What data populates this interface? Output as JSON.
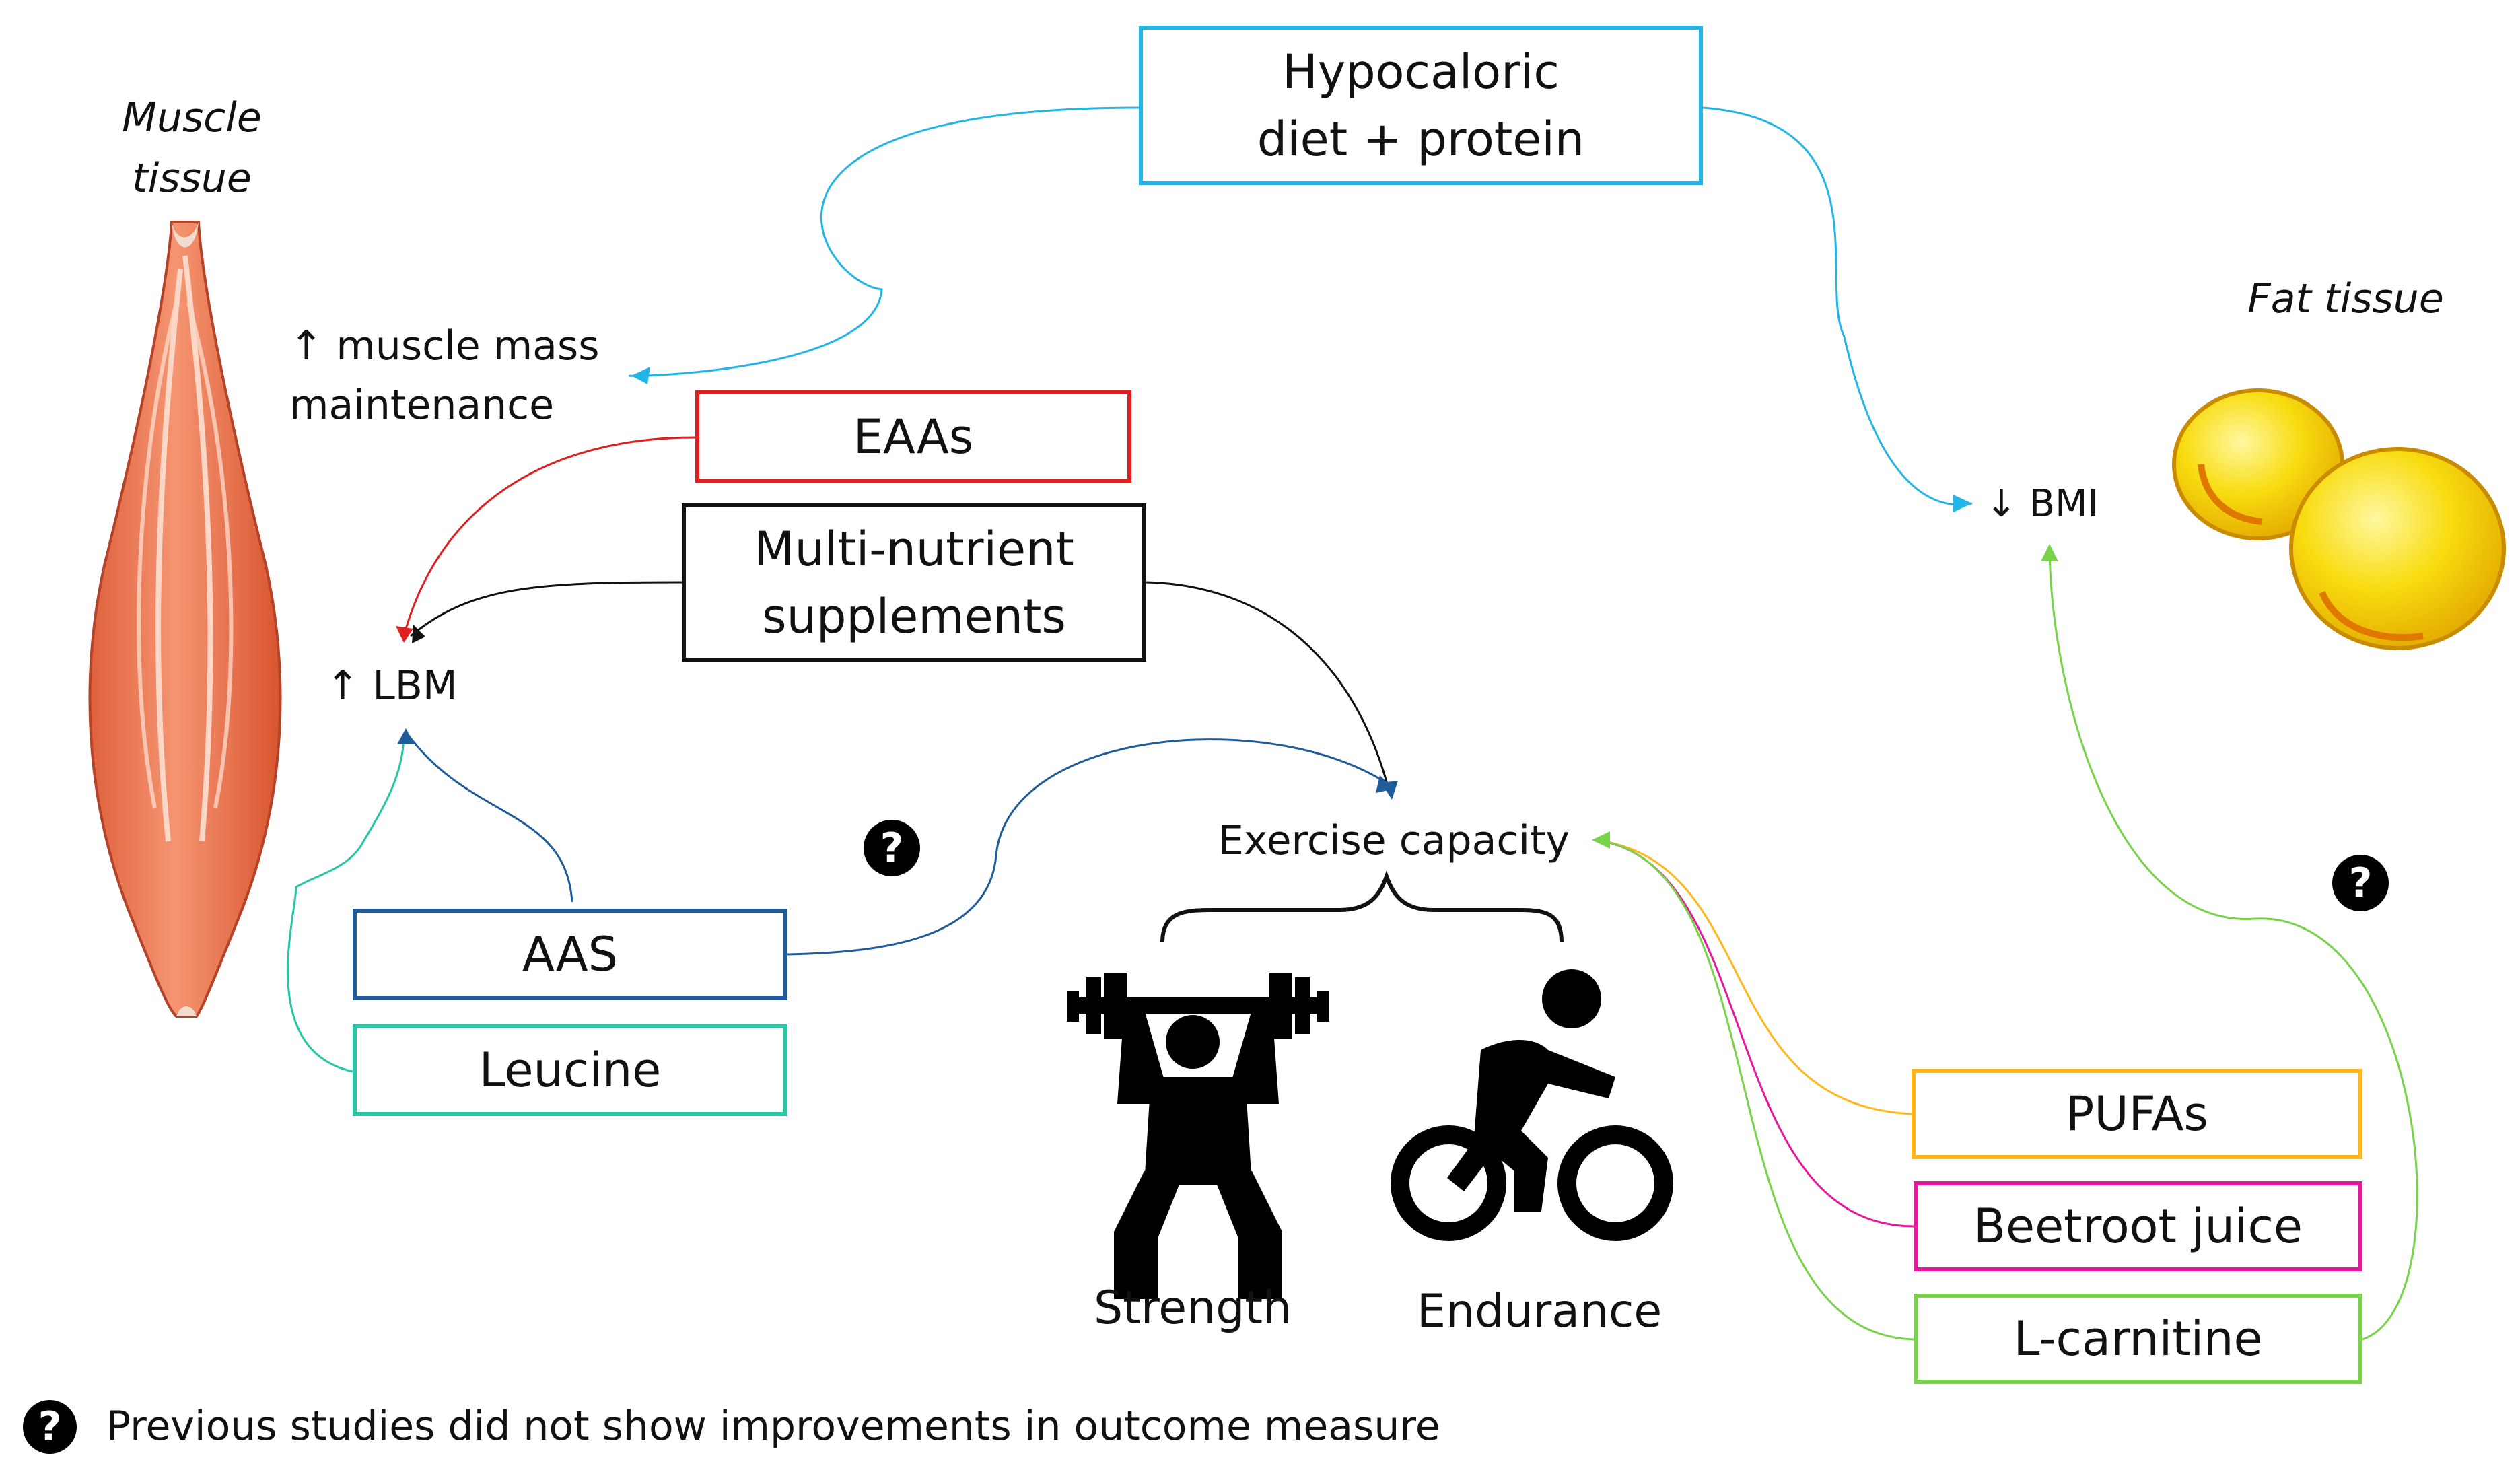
{
  "tissues": {
    "muscle": "Muscle tissue",
    "fat": "Fat tissue"
  },
  "boxes": {
    "diet": "Hypocaloric diet + protein",
    "eaas": "EAAs",
    "multi": "Multi-nutrient supplements",
    "aas": "AAS",
    "leucine": "Leucine",
    "pufas": "PUFAs",
    "beetroot": "Beetroot juice",
    "lcarnitine": "L-carnitine"
  },
  "outcomes": {
    "muscle_mass": "↑ muscle mass maintenance",
    "lbm": "↑ LBM",
    "bmi": "↓ BMI",
    "exercise": "Exercise capacity",
    "strength": "Strength",
    "endurance": "Endurance"
  },
  "legend": {
    "text": "Previous studies did not show improvements in outcome measure"
  },
  "icons": {
    "question": "?"
  },
  "colors": {
    "diet": "#22b5e6",
    "eaas": "#e02020",
    "multi": "#111111",
    "aas": "#1f5c99",
    "leucine": "#26c7a5",
    "pufas": "#ffb81c",
    "beetroot": "#e5189e",
    "lcarnitine": "#78d24a",
    "muscle": "#f08a62",
    "fat": "#f6d800"
  }
}
